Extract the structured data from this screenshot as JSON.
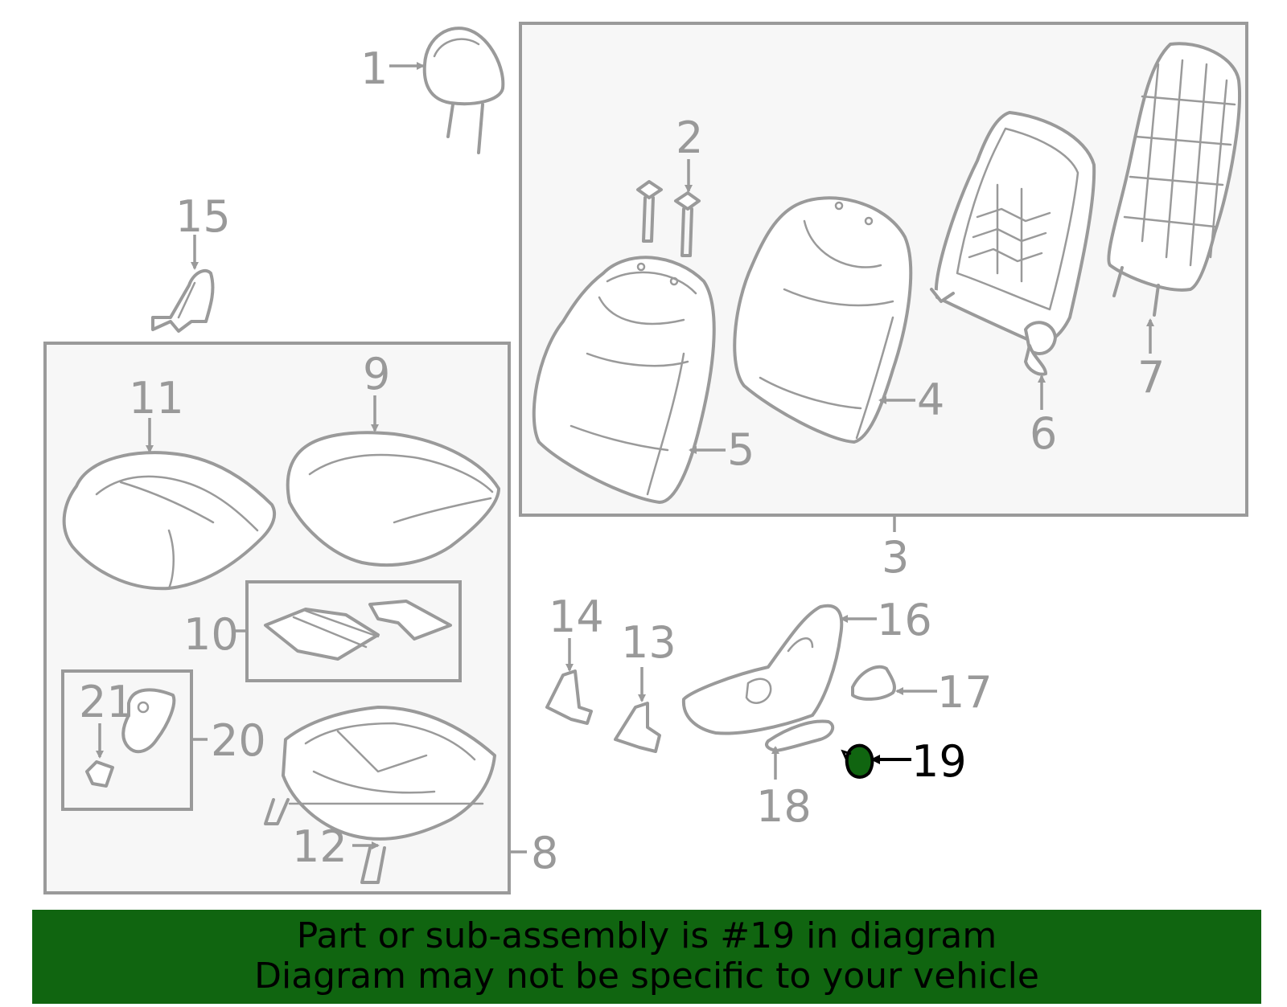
{
  "diagram": {
    "callouts": [
      "1",
      "2",
      "3",
      "4",
      "5",
      "6",
      "7",
      "8",
      "9",
      "10",
      "11",
      "12",
      "13",
      "14",
      "15",
      "16",
      "17",
      "18",
      "19",
      "20",
      "21"
    ],
    "highlighted_part": "19",
    "highlight_color": "#106510",
    "line_color": "#9a9a9a"
  },
  "banner": {
    "line1": "Part or sub-assembly is #19 in diagram",
    "line2": "Diagram may not be specific to your vehicle",
    "background": "#106510"
  }
}
